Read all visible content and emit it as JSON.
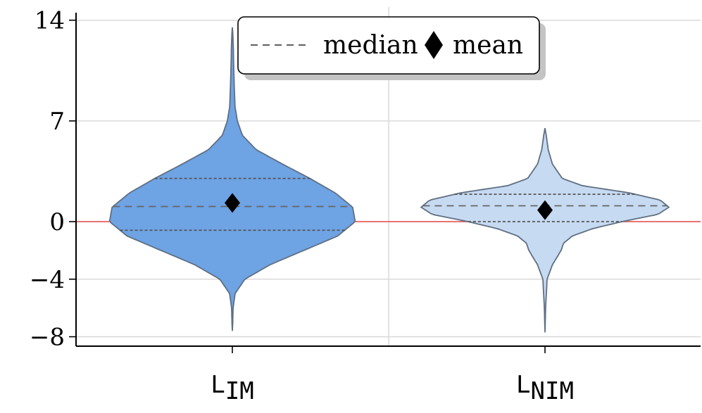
{
  "chart_data": {
    "type": "violin",
    "y_ticks": [
      {
        "value": 14,
        "label": "14"
      },
      {
        "value": 7,
        "label": "7"
      },
      {
        "value": 0,
        "label": "0"
      },
      {
        "value": -4,
        "label": "−4"
      },
      {
        "value": -8,
        "label": "−8"
      }
    ],
    "ylim": [
      -8.1,
      14.3
    ],
    "grid": true,
    "reference_line": {
      "y": 0,
      "color": "#e8494a"
    },
    "legend": {
      "placement": "top-center",
      "median_label": "median",
      "mean_label": "mean"
    },
    "categories": [
      {
        "base": "L",
        "sub": "IM",
        "fill": "#6ea3e4",
        "stroke": "#5f6f82",
        "median": 1.05,
        "mean": 1.3,
        "q1": -0.6,
        "q3": 3.0,
        "min": -7.6,
        "max": 13.5,
        "density": [
          [
            -7.6,
            0
          ],
          [
            -7.0,
            0.003
          ],
          [
            -6.0,
            0.006
          ],
          [
            -5.0,
            0.022
          ],
          [
            -4.0,
            0.1
          ],
          [
            -3.0,
            0.3
          ],
          [
            -2.0,
            0.57
          ],
          [
            -1.0,
            0.84
          ],
          [
            0.0,
            0.98
          ],
          [
            1.0,
            0.96
          ],
          [
            2.0,
            0.82
          ],
          [
            3.0,
            0.62
          ],
          [
            4.0,
            0.4
          ],
          [
            5.0,
            0.19
          ],
          [
            6.0,
            0.08
          ],
          [
            7.0,
            0.04
          ],
          [
            8.0,
            0.021
          ],
          [
            9.0,
            0.017
          ],
          [
            10.0,
            0.013
          ],
          [
            11.0,
            0.01
          ],
          [
            12.0,
            0.008
          ],
          [
            13.0,
            0.004
          ],
          [
            13.5,
            0
          ]
        ]
      },
      {
        "base": "L",
        "sub": "NIM",
        "fill": "#c6daf2",
        "stroke": "#5f6f82",
        "median": 1.1,
        "mean": 0.8,
        "q1": 0.0,
        "q3": 1.9,
        "min": -7.7,
        "max": 6.5,
        "density": [
          [
            -7.7,
            0
          ],
          [
            -6.0,
            0.005
          ],
          [
            -4.0,
            0.017
          ],
          [
            -3.0,
            0.06
          ],
          [
            -2.0,
            0.13
          ],
          [
            -1.5,
            0.15
          ],
          [
            -1.0,
            0.22
          ],
          [
            -0.5,
            0.38
          ],
          [
            0.0,
            0.62
          ],
          [
            0.5,
            0.91
          ],
          [
            1.0,
            1.0
          ],
          [
            1.5,
            0.93
          ],
          [
            2.0,
            0.68
          ],
          [
            2.5,
            0.3
          ],
          [
            3.0,
            0.14
          ],
          [
            4.0,
            0.06
          ],
          [
            5.0,
            0.026
          ],
          [
            6.0,
            0.01
          ],
          [
            6.5,
            0
          ]
        ]
      }
    ]
  }
}
